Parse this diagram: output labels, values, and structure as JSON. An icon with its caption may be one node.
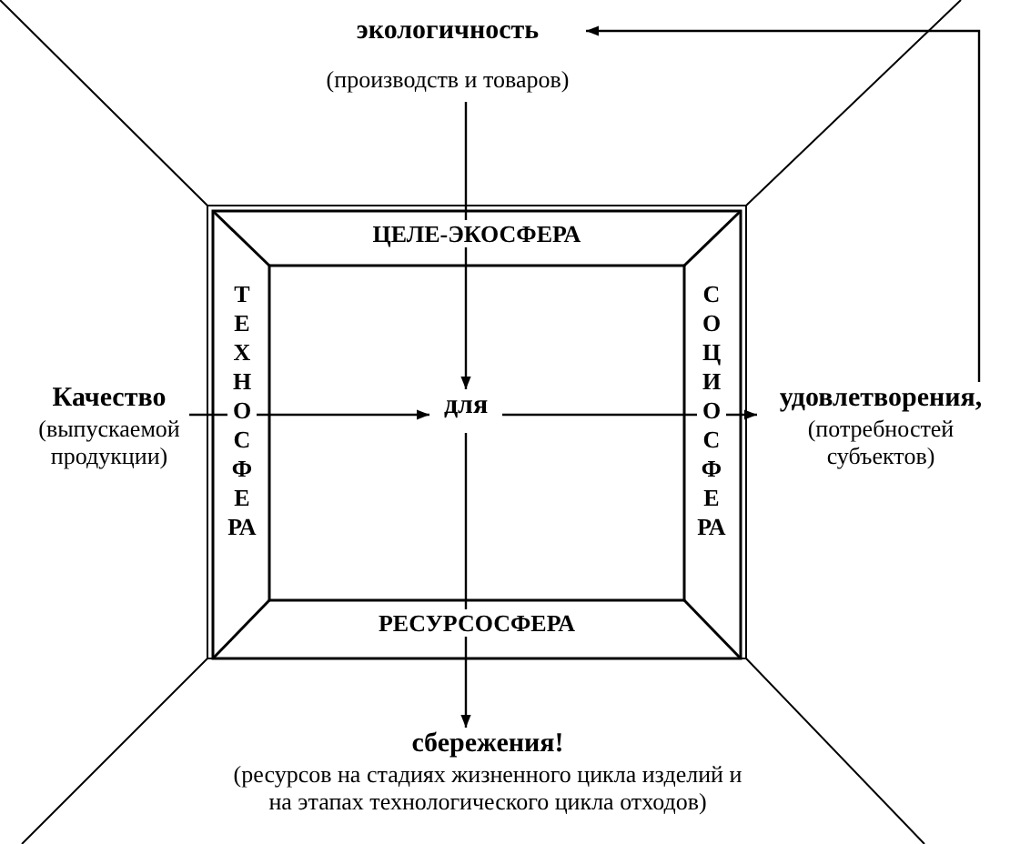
{
  "diagram": {
    "nodes": [
      {
        "text": [
          "экологичность",
          "(производств и товаров)"
        ]
      },
      {
        "text": [
          "для"
        ]
      },
      {
        "text": [
          "Качество",
          "(выпускаемой продукции)"
        ]
      },
      {
        "text": [
          "удовлетворения,",
          "(потребностей субъектов)"
        ]
      },
      {
        "text": [
          "сбережения!",
          "(ресурсов на стадиях жизненного цикла изделий и на этапах технологического цикла отходов)"
        ]
      }
    ],
    "edges": [
      {
        "from": 2,
        "to": 1,
        "arrow": "to"
      },
      {
        "from": 1,
        "to": 3,
        "arrow": "to"
      },
      {
        "from": 0,
        "to": 1,
        "arrow": "to"
      },
      {
        "from": 1,
        "to": 4,
        "arrow": "to"
      },
      {
        "from": 3,
        "to": 0,
        "arrow": "to"
      }
    ],
    "labels": [
      "ЦЕЛЕ-ЭКОСФЕРА",
      "ТЕХНОСФЕРА",
      "СОЦИОСФЕРА",
      "РЕСУРСОСФЕРА"
    ]
  }
}
